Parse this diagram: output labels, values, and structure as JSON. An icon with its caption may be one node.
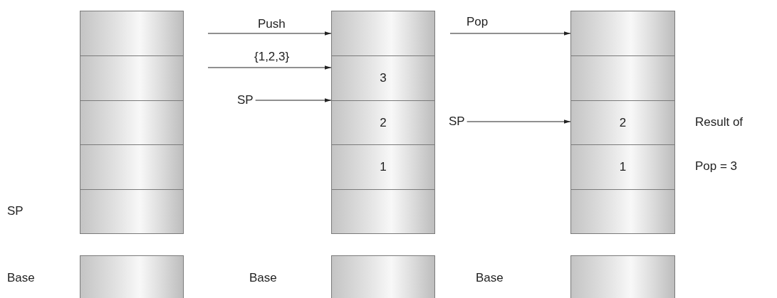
{
  "diagram": {
    "nodes": [
      {
        "text": [],
        "shape": "box"
      },
      {
        "text": [],
        "shape": "box"
      },
      {
        "text": [],
        "shape": "box"
      },
      {
        "text": [],
        "shape": "box"
      },
      {
        "text": [],
        "shape": "box"
      },
      {
        "text": [],
        "shape": "box"
      },
      {
        "text": [
          "SP"
        ]
      },
      {
        "text": [],
        "shape": "box"
      },
      {
        "text": [
          "3"
        ]
      },
      {
        "text": [
          "2"
        ]
      },
      {
        "text": [
          "1"
        ]
      },
      {
        "text": [],
        "shape": "box"
      },
      {
        "text": [],
        "shape": "box"
      },
      {
        "text": [
          "SP"
        ]
      },
      {
        "text": [],
        "shape": "box"
      },
      {
        "text": [],
        "shape": "box"
      },
      {
        "text": [
          "2"
        ]
      },
      {
        "text": [
          "1"
        ]
      },
      {
        "text": [],
        "shape": "box"
      },
      {
        "text": [],
        "shape": "box"
      }
    ],
    "edges": [
      {
        "from": null,
        "to": 7,
        "arrow": "to",
        "label": "Push"
      },
      {
        "from": null,
        "to": 8,
        "arrow": "to",
        "label": "{1,2,3}"
      },
      {
        "from": 6,
        "to": 8,
        "arrow": "to"
      },
      {
        "from": null,
        "to": 14,
        "arrow": "to",
        "label": "Pop"
      },
      {
        "from": 13,
        "to": 16,
        "arrow": "to"
      }
    ],
    "labels": [
      "Result of Pop = 3",
      "SP",
      "Base",
      "Base",
      "Base"
    ]
  }
}
